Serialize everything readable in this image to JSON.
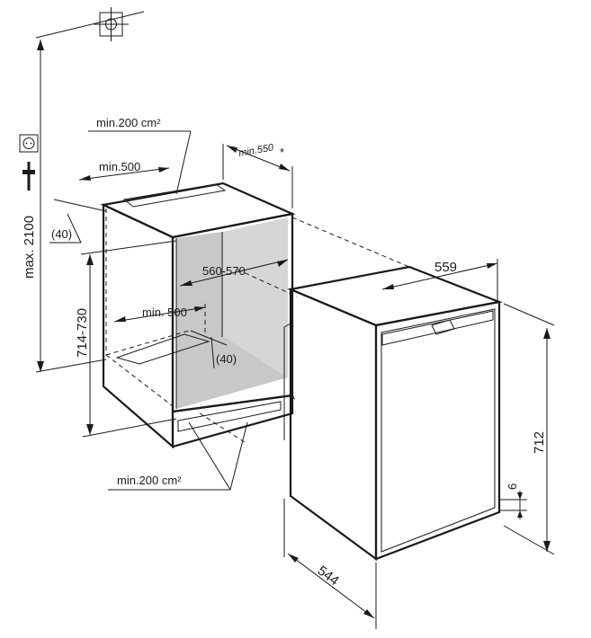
{
  "dimensions": {
    "height_max_room": "max. 2100",
    "niche_height": "714-730",
    "niche_depth_top_offset": "(40)",
    "niche_width": "560-570",
    "vent_depth_top": "min.500",
    "vent_depth_bottom": "min. 500",
    "vent_offset_bottom": "(40)",
    "top_vent_area": "min.200 cm²",
    "bottom_vent_area": "min.200 cm²",
    "appliance_depth_top": "min.550",
    "footnote_mark": "*",
    "appliance_width": "559",
    "appliance_height": "712",
    "appliance_depth": "544",
    "plinth_gap": "6"
  },
  "icons": {
    "socket": "power-socket-icon",
    "plug": "power-plug-icon",
    "water_connection": "crosshair-connection-icon"
  },
  "colors": {
    "line": "#1a1a1a",
    "niche_fill": "#c8c8c8",
    "background": "#ffffff"
  }
}
